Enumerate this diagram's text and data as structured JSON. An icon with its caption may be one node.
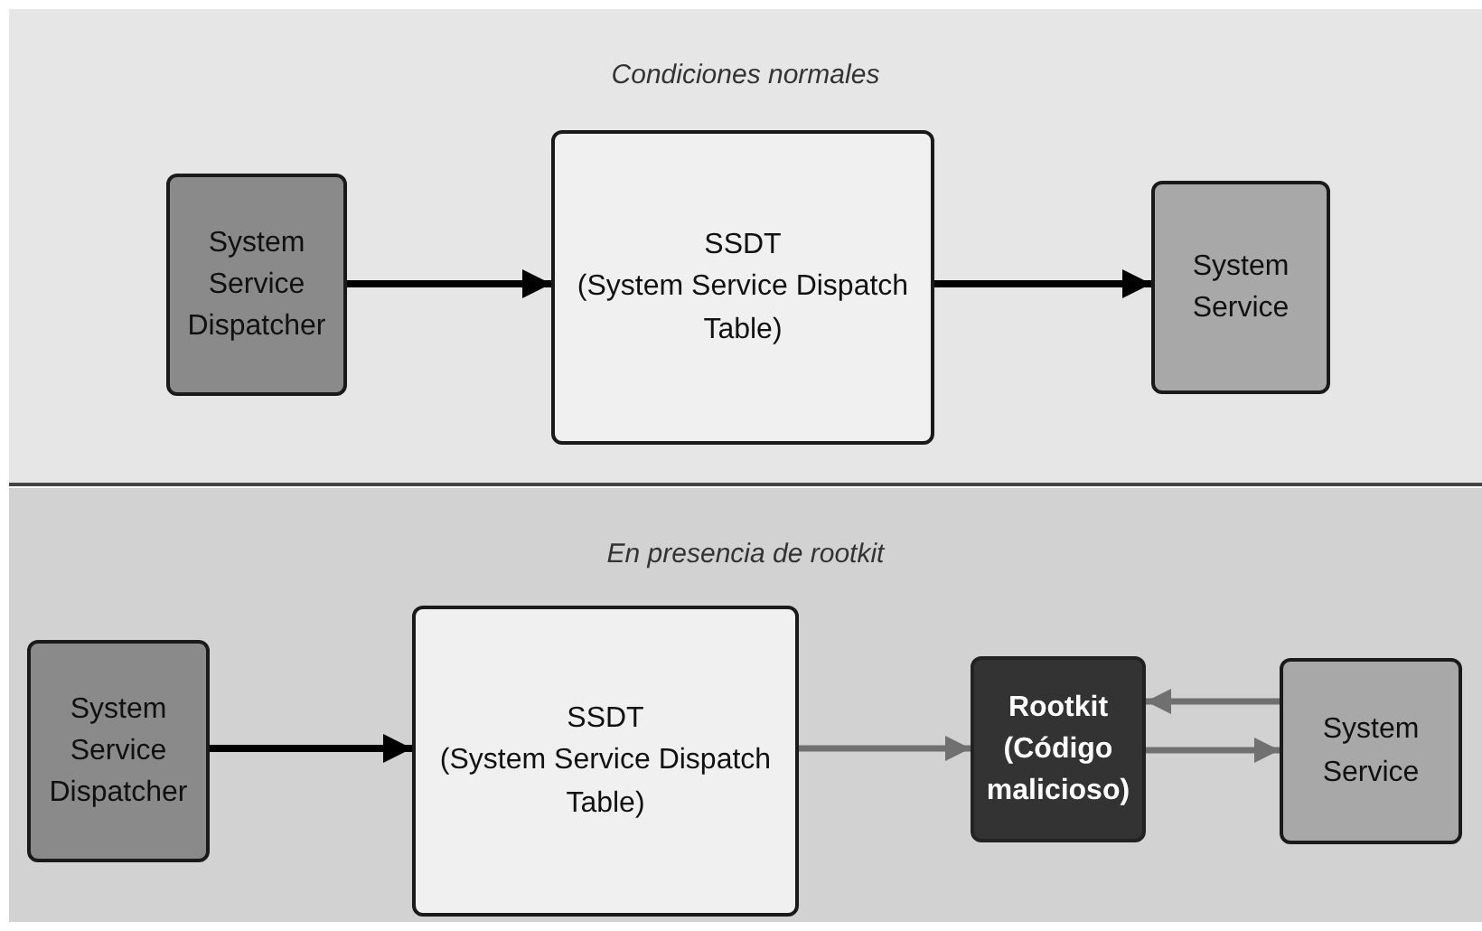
{
  "diagram": {
    "nodes": [
      {
        "text": [
          "Condiciones normales"
        ]
      },
      {
        "text": [
          "System Service Dispatcher"
        ],
        "in": 0
      },
      {
        "text": [
          "SSDT",
          "(System Service Dispatch Table)"
        ],
        "in": 0
      },
      {
        "text": [
          "System Service"
        ],
        "in": 0
      },
      {
        "text": [
          "En presencia de rootkit"
        ]
      },
      {
        "text": [
          "System Service Dispatcher"
        ],
        "in": 4
      },
      {
        "text": [
          "SSDT",
          "(System Service Dispatch Table)"
        ],
        "in": 4
      },
      {
        "text": [
          "Rootkit (Código malicioso)"
        ],
        "in": 4
      },
      {
        "text": [
          "System Service"
        ],
        "in": 4
      }
    ],
    "edges": [
      {
        "from": 1,
        "to": 2,
        "arrow": "to"
      },
      {
        "from": 2,
        "to": 3,
        "arrow": "to"
      },
      {
        "from": 5,
        "to": 6,
        "arrow": "to"
      },
      {
        "from": 6,
        "to": 7,
        "arrow": "to",
        "color": "#707070"
      },
      {
        "from": 8,
        "to": 7,
        "arrow": "to",
        "color": "#707070"
      },
      {
        "from": 7,
        "to": 8,
        "arrow": "to",
        "color": "#707070"
      }
    ]
  }
}
